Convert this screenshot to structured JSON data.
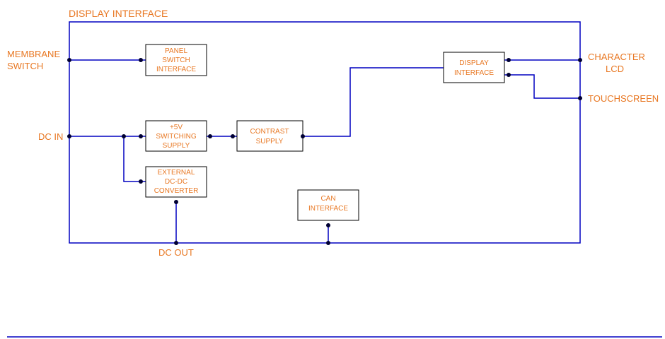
{
  "title": "DISPLAY INTERFACE",
  "colors": {
    "wire": "#0000c0",
    "label": "#e87722",
    "block_border": "#000000",
    "node": "#000033"
  },
  "ports": {
    "membrane_switch": [
      "MEMBRANE",
      "SWITCH"
    ],
    "dc_in": "DC IN",
    "dc_out": "DC OUT",
    "character_lcd": [
      "CHARACTER",
      "LCD"
    ],
    "touchscreen": "TOUCHSCREEN"
  },
  "blocks": {
    "panel_switch": [
      "PANEL",
      "SWITCH",
      "INTERFACE"
    ],
    "switching_supply": [
      "+5V",
      "SWITCHING",
      "SUPPLY"
    ],
    "contrast_supply": [
      "CONTRAST",
      "SUPPLY"
    ],
    "dcdc_converter": [
      "EXTERNAL",
      "DC-DC",
      "CONVERTER"
    ],
    "can_interface": [
      "CAN",
      "INTERFACE"
    ],
    "display_interface": [
      "DISPLAY",
      "INTERFACE"
    ]
  }
}
